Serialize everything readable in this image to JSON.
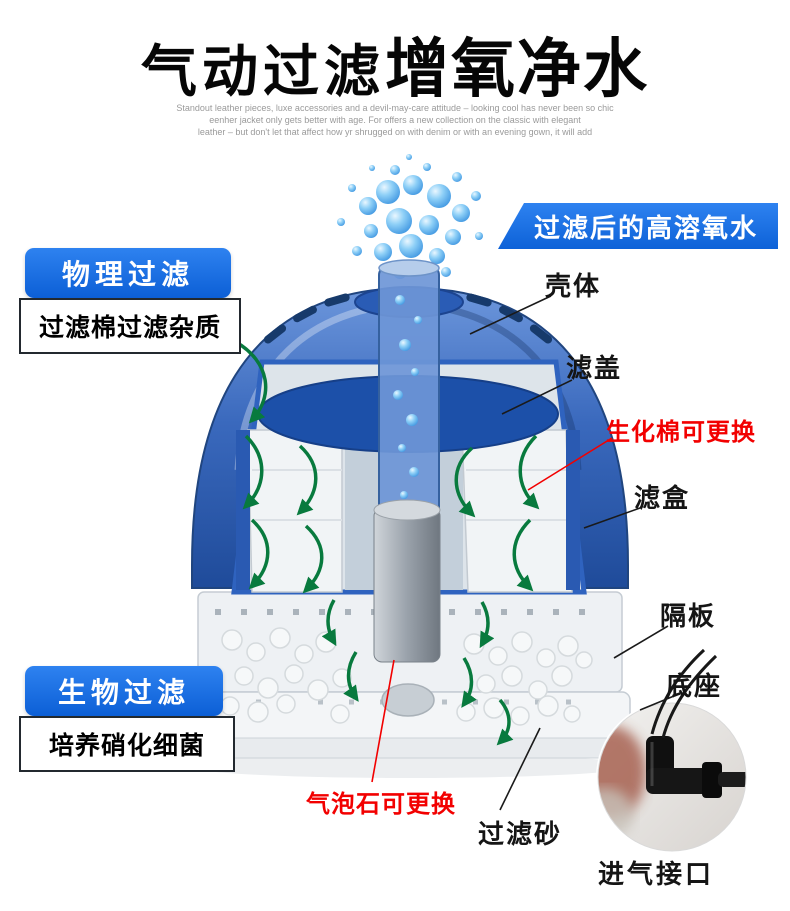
{
  "header": {
    "title_part1": "气动过滤",
    "title_part2": "增氧净水",
    "subtitle_lines": [
      "Standout leather pieces, luxe accessories and a devil-may-care attitude – looking cool has never been so chic",
      "eenher jacket only gets better with age. For offers a new collection on the classic with elegant",
      "leather – but don't let that affect how yr shrugged on with denim or with an evening gown, it will add"
    ]
  },
  "banner": {
    "label": "过滤后的高溶氧水"
  },
  "callouts": {
    "physical": {
      "title": "物理过滤",
      "desc": "过滤棉过滤杂质"
    },
    "bio": {
      "title": "生物过滤",
      "desc": "培养硝化细菌"
    }
  },
  "labels": {
    "shell": "壳体",
    "filter_cover": "滤盖",
    "bio_cotton_replaceable": "生化棉可更换",
    "filter_box": "滤盒",
    "partition": "隔板",
    "base": "底座",
    "air_stone_replaceable": "气泡石可更换",
    "filter_sand": "过滤砂",
    "air_inlet": "进气接口"
  },
  "colors": {
    "accent_blue": "#0d62d8",
    "callout_red": "#f20000",
    "arrow_green": "#087a3e",
    "dome_blue": "#3a69bd"
  }
}
